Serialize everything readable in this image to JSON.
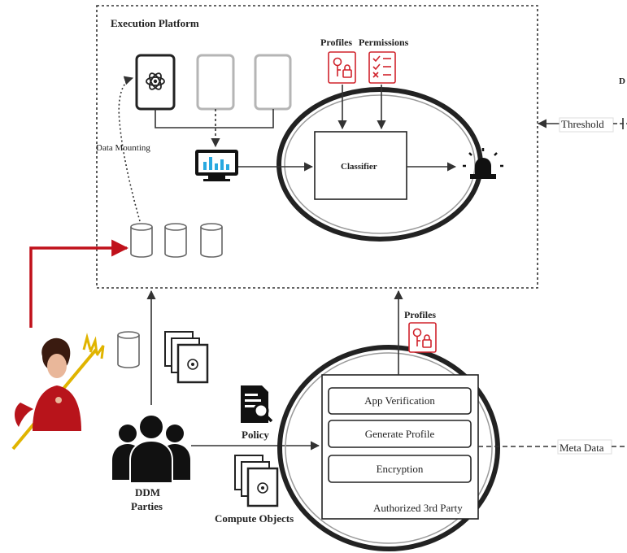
{
  "platform": {
    "title": "Execution Platform"
  },
  "badges": {
    "profiles": "Profiles",
    "permissions": "Permissions",
    "profiles_lower": "Profiles"
  },
  "labels": {
    "data_mounting": "Data Mounting",
    "classifier": "Classifier",
    "threshold": "Threshold",
    "meta_data": "Meta Data",
    "right_edge_fragment": "D",
    "policy": "Policy",
    "ddm_parties_line1": "DDM",
    "ddm_parties_line2": "Parties",
    "compute_objects": "Compute Objects"
  },
  "third_party": {
    "title": "Authorized 3rd Party",
    "steps": [
      "App Verification",
      "Generate Profile",
      "Encryption"
    ]
  },
  "colors": {
    "accent_red": "#d0232c",
    "attack_red": "#c0111b",
    "outline": "#222222",
    "muted_gray": "#b5b5b5"
  },
  "icons": [
    "atom-icon",
    "monitor-chart-icon",
    "database-icon",
    "alarm-light-icon",
    "profile-key-icon",
    "permissions-checklist-icon",
    "policy-document-icon",
    "people-group-icon",
    "attacker-devil-icon"
  ]
}
